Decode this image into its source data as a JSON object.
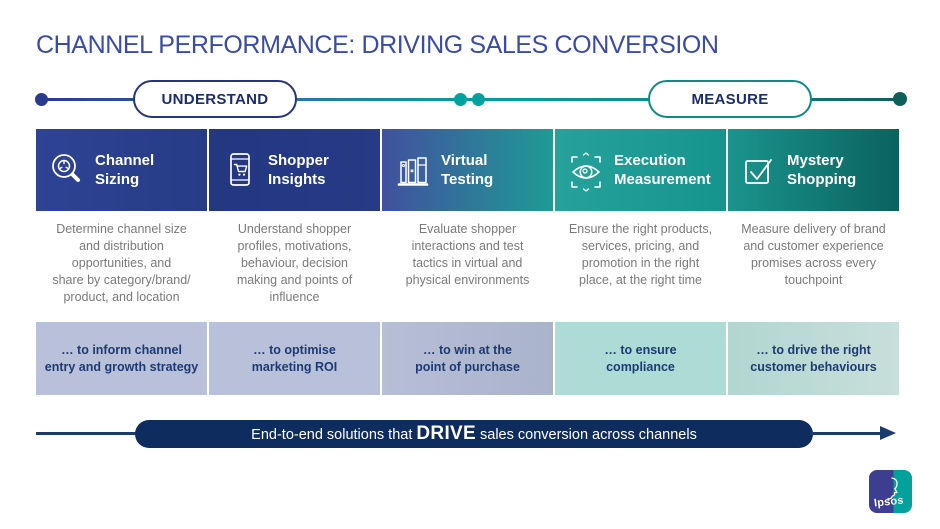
{
  "title": "CHANNEL PERFORMANCE: DRIVING SALES CONVERSION",
  "timeline": {
    "stages": [
      {
        "label": "UNDERSTAND"
      },
      {
        "label": "MEASURE"
      }
    ]
  },
  "columns": [
    {
      "icon": "pie-magnifier-icon",
      "title": "Channel\nSizing",
      "description": "Determine channel size\nand distribution\nopportunities, and\nshare by category/brand/\nproduct, and location",
      "outcome": "… to inform channel\nentry and growth strategy"
    },
    {
      "icon": "phone-cart-icon",
      "title": "Shopper\nInsights",
      "description": "Understand shopper\nprofiles, motivations,\nbehaviour, decision\nmaking and points of\ninfluence",
      "outcome": "… to optimise\nmarketing ROI"
    },
    {
      "icon": "shelf-products-icon",
      "title": "Virtual\nTesting",
      "description": "Evaluate shopper\ninteractions and test\ntactics in virtual and\nphysical environments",
      "outcome": "… to win at the\npoint of purchase"
    },
    {
      "icon": "eye-scan-icon",
      "title": "Execution\nMeasurement",
      "description": "Ensure the right products,\nservices, pricing, and\npromotion in the right\nplace, at the right time",
      "outcome": "… to ensure\ncompliance"
    },
    {
      "icon": "checkbox-check-icon",
      "title": "Mystery\nShopping",
      "description": "Measure delivery of brand\nand customer experience\npromises across every\ntouchpoint",
      "outcome": "… to drive the right\ncustomer behaviours"
    }
  ],
  "footer": {
    "pre": "End-to-end solutions that ",
    "emphasis": "DRIVE",
    "post": " sales conversion across channels"
  },
  "logo": {
    "text": "Ipsos"
  },
  "colors": {
    "title_blue": "#3a4ba8",
    "navy": "#2b3a8c",
    "teal": "#00a2a0",
    "dark_teal": "#0e5e5a",
    "header_blue": "#2a3f8c",
    "header_teal": "#1b9a92",
    "header_dark_teal": "#0b625e",
    "outcome_light_blue": "#b9c1da",
    "outcome_light_teal": "#addbd5",
    "outcome_text_navy": "#1d3a73",
    "description_gray": "#7a7a7a",
    "footer_navy": "#0e2c5e",
    "logo_blue": "#3e3e90",
    "logo_teal": "#00a29b"
  }
}
